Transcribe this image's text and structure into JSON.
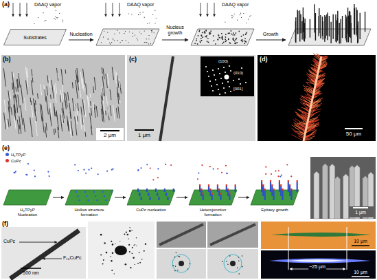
{
  "diagram": {
    "nodes": [
      {
        "text": [
          "Substrates"
        ]
      }
    ],
    "labels": [
      "(a)",
      "DAAQ vapor",
      "DAAQ vapor",
      "DAAQ vapor",
      "Nucleation",
      "Nucleus growth",
      "Growth",
      "(b)",
      "2 μm",
      "(c)",
      "1 μm",
      "(100)",
      "(010)",
      "[001]",
      "(d)",
      "50 μm",
      "(e)",
      "H₂TPyP Nucleation",
      "Hollow structure formation",
      "CuPc nucleation",
      "Heterojunction formation",
      "Epitaxy growth",
      "1 μm",
      "(f)",
      "500 nm",
      "CuPc",
      "F₁₆CuPc",
      "10 μm",
      "10 μm",
      "~25 μm"
    ],
    "legend": [
      {
        "text": "H₂TPyP",
        "color": "#3b5bdb"
      },
      {
        "text": "CuPc",
        "color": "#d9342b"
      }
    ]
  }
}
